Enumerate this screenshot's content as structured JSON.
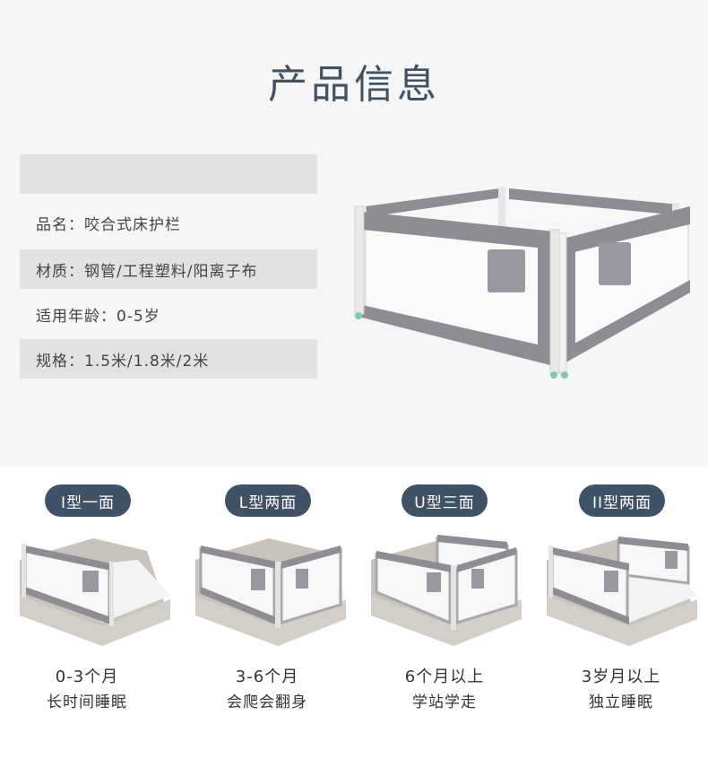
{
  "header": {
    "title": "产品信息"
  },
  "specs": [
    {
      "text": ""
    },
    {
      "text": "品名：咬合式床护栏"
    },
    {
      "text": "材质：钢管/工程塑料/阳离子布"
    },
    {
      "text": "适用年龄：0-5岁"
    },
    {
      "text": "规格：1.5米/1.8米/2米"
    }
  ],
  "types": [
    {
      "label": "I型一面",
      "age": "0-3个月",
      "usage": "长时间睡眠"
    },
    {
      "label": "L型两面",
      "age": "3-6个月",
      "usage": "会爬会翻身"
    },
    {
      "label": "U型三面",
      "age": "6个月以上",
      "usage": "学站学走"
    },
    {
      "label": "II型两面",
      "age": "3岁月以上",
      "usage": "独立睡眠"
    }
  ],
  "colors": {
    "accent": "#3f5266",
    "fabric": "#8f8c94",
    "mesh": "#f2f2f2",
    "shade": "#e2e2e3"
  }
}
